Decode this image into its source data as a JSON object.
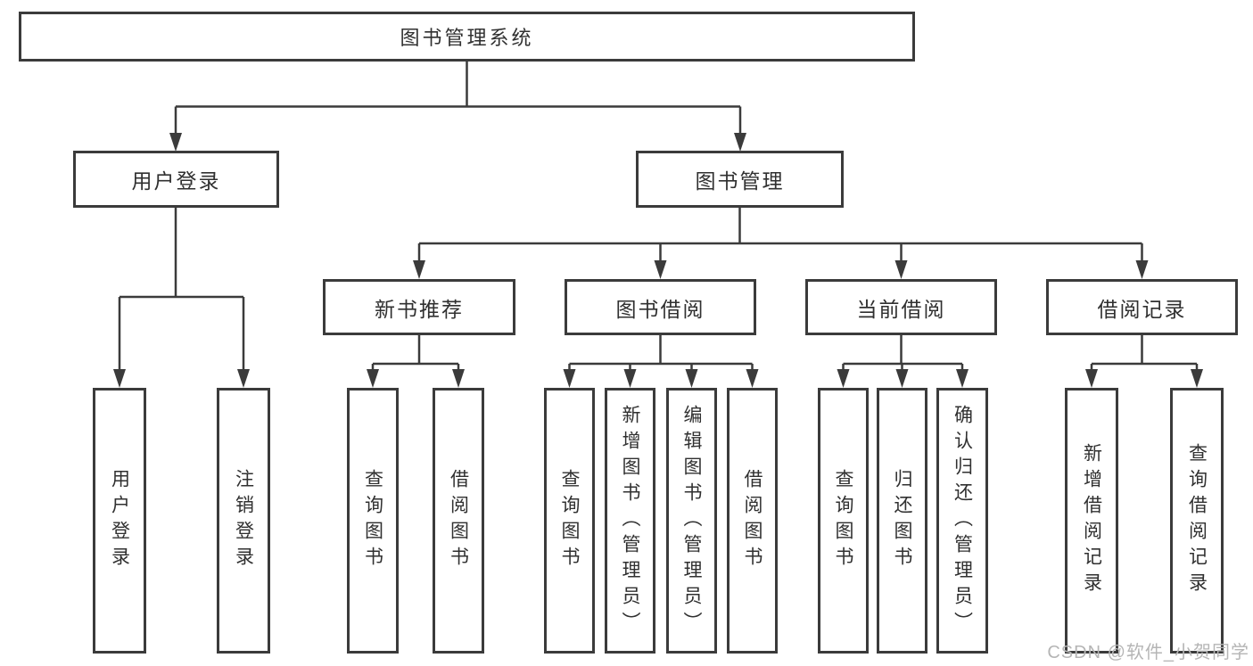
{
  "nodes": {
    "root": "图书管理系统",
    "user_login": "用户登录",
    "book_mgmt": "图书管理",
    "new_books": "新书推荐",
    "book_borrow": "图书借阅",
    "current_borrow": "当前借阅",
    "borrow_records": "借阅记录",
    "user_leaves": [
      "用户登录",
      "注销登录"
    ],
    "new_book_leaves": [
      "查询图书",
      "借阅图书"
    ],
    "borrow_leaves": [
      "查询图书",
      "新增图书（管理员）",
      "编辑图书（管理员）",
      "借阅图书"
    ],
    "current_leaves": [
      "查询图书",
      "归还图书",
      "确认归还（管理员）"
    ],
    "record_leaves": [
      "新增借阅记录",
      "查询借阅记录"
    ]
  },
  "watermark": "CSDN @软件_小贺同学",
  "colors": {
    "line": "#3b3b3b",
    "text": "#303030",
    "watermark": "#b5b5b5",
    "background": "#ffffff"
  }
}
